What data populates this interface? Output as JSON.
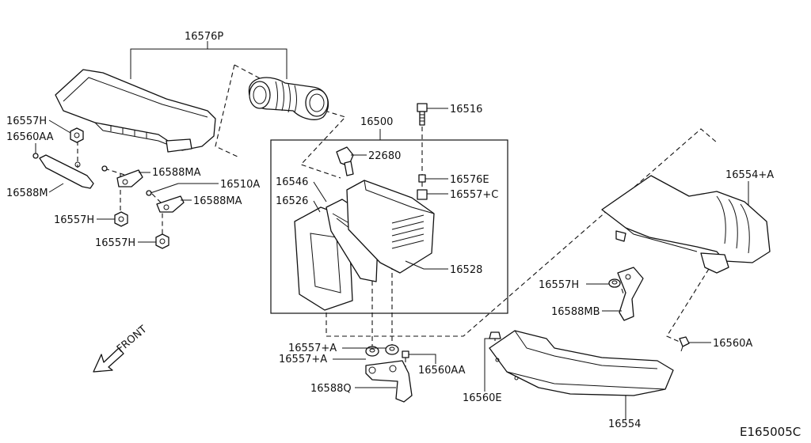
{
  "diagram": {
    "parts": {
      "p16576P": "16576P",
      "p16557H_a": "16557H",
      "p16560AA_a": "16560AA",
      "p16588M": "16588M",
      "p16557H_b": "16557H",
      "p16557H_c": "16557H",
      "p16588MA_a": "16588MA",
      "p16510A": "16510A",
      "p16588MA_b": "16588MA",
      "p16500": "16500",
      "p16516": "16516",
      "p22680": "22680",
      "p16546": "16546",
      "p16526": "16526",
      "p16576E": "16576E",
      "p16557C": "16557+C",
      "p16528": "16528",
      "p16554A": "16554+A",
      "p16557H_d": "16557H",
      "p16588MB": "16588MB",
      "p16557A_a": "16557+A",
      "p16557A_b": "16557+A",
      "p16560AA_b": "16560AA",
      "p16588Q": "16588Q",
      "p16560E": "16560E",
      "p16560A": "16560A",
      "p16554": "16554"
    },
    "front_label": "FRONT",
    "diagram_code": "E165005C"
  }
}
